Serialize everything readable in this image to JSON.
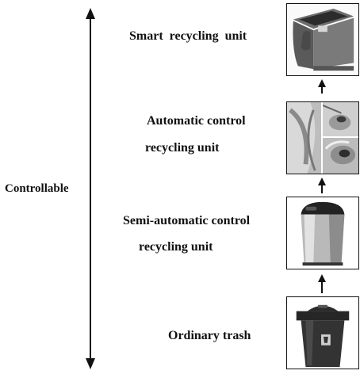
{
  "axis_label": "Controllable",
  "stages": [
    {
      "lines": [
        "Smart  recycling  unit"
      ],
      "icon": "smart-recycling-bin-icon"
    },
    {
      "lines": [
        "Automatic control",
        "recycling unit"
      ],
      "icon": "automatic-bin-collage-icon"
    },
    {
      "lines": [
        "Semi-automatic control",
        "recycling unit"
      ],
      "icon": "sensor-trash-can-icon"
    },
    {
      "lines": [
        "Ordinary trash"
      ],
      "icon": "ordinary-trash-bin-icon"
    }
  ]
}
